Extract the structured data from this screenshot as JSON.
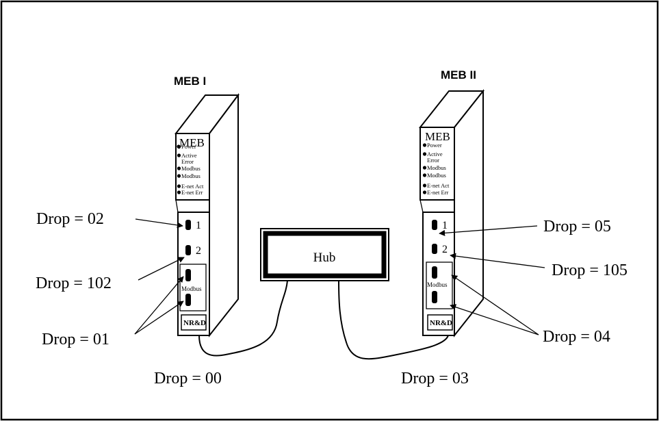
{
  "modules": [
    {
      "title": "MEB I",
      "label": "MEB",
      "leds": [
        "Power",
        "Active",
        "Error",
        "Modbus",
        "Modbus",
        "E-net Act",
        "E-net Err"
      ],
      "ports": [
        "1",
        "2"
      ],
      "modbus_label": "Modbus",
      "logo": "NR&D"
    },
    {
      "title": "MEB II",
      "label": "MEB",
      "leds": [
        "Power",
        "Active",
        "Error",
        "Modbus",
        "Modbus",
        "E-net Act",
        "E-net Err"
      ],
      "ports": [
        "1",
        "2"
      ],
      "modbus_label": "Modbus",
      "logo": "NR&D"
    }
  ],
  "hub_label": "Hub",
  "drops": {
    "meb1_port1": "Drop = 02",
    "meb1_port2": "Drop = 102",
    "meb1_modbus": "Drop = 01",
    "meb1_ethernet": "Drop = 00",
    "meb2_port1": "Drop = 05",
    "meb2_port2": "Drop = 105",
    "meb2_modbus": "Drop = 04",
    "meb2_ethernet": "Drop = 03"
  }
}
